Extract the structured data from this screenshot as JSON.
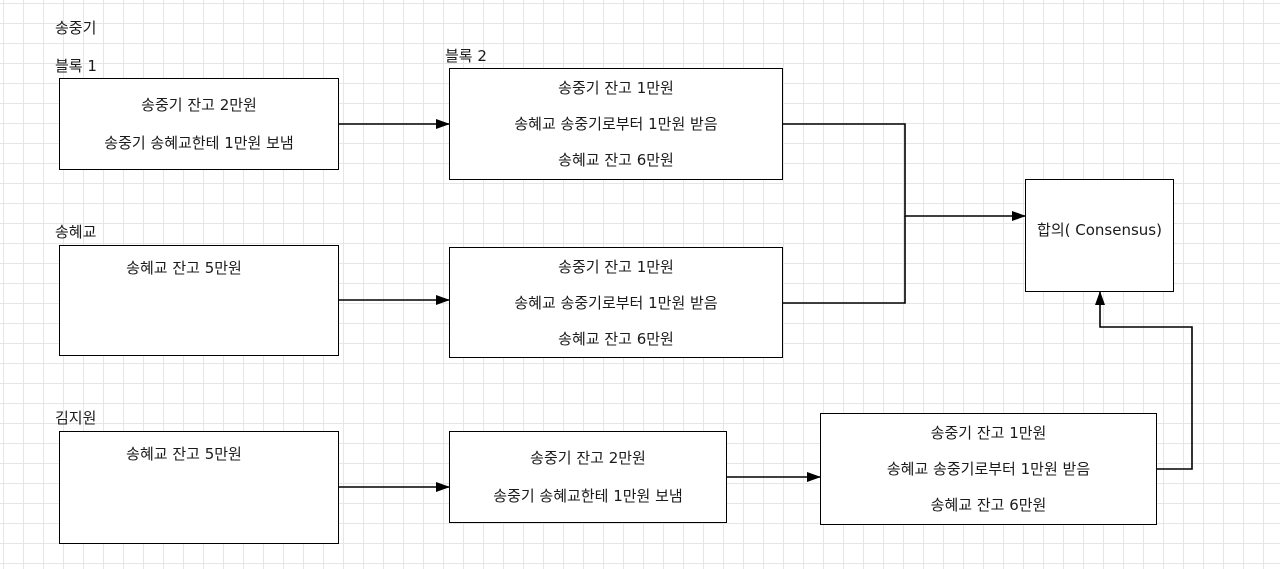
{
  "labels": {
    "top_name": "송중기",
    "block1": "블록 1",
    "block2": "블록 2",
    "name2": "송혜교",
    "name3": "김지원"
  },
  "boxes": {
    "b1": [
      "송중기 잔고 2만원",
      "송중기 송혜교한테 1만원 보냄"
    ],
    "b2": [
      "송중기 잔고 1만원",
      "송혜교 송중기로부터 1만원 받음",
      "송혜교 잔고 6만원"
    ],
    "b3": [
      "송혜교 잔고  5만원"
    ],
    "b4": [
      "송중기 잔고 1만원",
      "송혜교 송중기로부터 1만원 받음",
      "송혜교 잔고 6만원"
    ],
    "b5": [
      "송혜교 잔고 5만원"
    ],
    "b6": [
      "송중기 잔고 2만원",
      "송중기 송혜교한테 1만원 보냄"
    ],
    "b7": [
      "송중기 잔고 1만원",
      "송혜교 송중기로부터 1만원 받음",
      "송혜교 잔고 6만원"
    ],
    "consensus": [
      "합의( Consensus)"
    ]
  }
}
